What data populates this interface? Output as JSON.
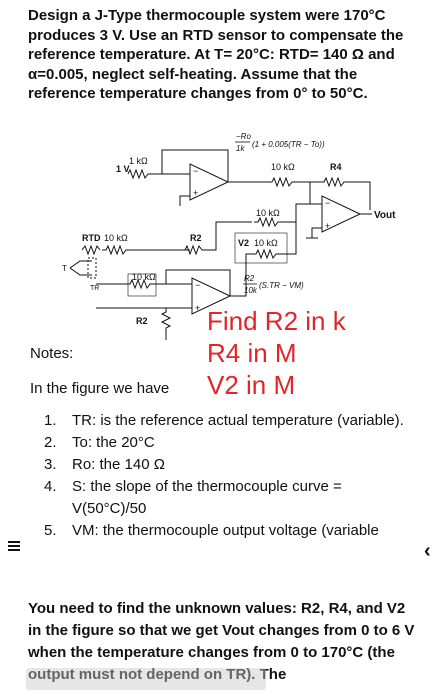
{
  "problem_text": "Design a J-Type thermocouple system were 170°C produces 3 V. Use an RTD sensor to compensate the reference temperature. At T= 20°C: RTD= 140 Ω and α=0.005, neglect self-heating. Assume that the reference temperature changes from 0° to 50°C.",
  "circuit": {
    "top_expr_num": "−Ro",
    "top_expr_den": "1k",
    "top_expr_rest": "(1 + 0.005(TR − To))",
    "r_1k": "1 kΩ",
    "v_1v": "1 V",
    "r_10k_a": "10 kΩ",
    "r4": "R4",
    "r_10k_b": "10 kΩ",
    "vout": "Vout",
    "rtd": "RTD",
    "r_10k_c": "10 kΩ",
    "r2_top": "R2",
    "v2": "V2",
    "r_10k_d": "10 kΩ",
    "t_label": "T",
    "tr_label": "TR",
    "r_10k_e": "10 kΩ",
    "bottom_expr_num": "R2",
    "bottom_expr_den": "10k",
    "bottom_expr_rest": "(S.TR − VM)",
    "r2_bottom": "R2",
    "plus": "+",
    "minus": "−"
  },
  "annotations": {
    "line1": "Find R2 in k",
    "line2": "R4 in M",
    "line3": "V2 in M"
  },
  "notes_label": "Notes:",
  "figure_intro": "In the figure we have",
  "notes": [
    {
      "num": "1.",
      "text": "TR: is the reference actual temperature (variable)."
    },
    {
      "num": "2.",
      "text": "To: the 20°C"
    },
    {
      "num": "3.",
      "text": "Ro: the 140 Ω"
    },
    {
      "num": "4.",
      "text": "S: the slope of the thermocouple curve = V(50°C)/50"
    },
    {
      "num": "5.",
      "text": "VM: the thermocouple output voltage (variable"
    }
  ],
  "footer_text": "You need to find the unknown values: R2, R4, and V2 in the figure so that we get Vout changes from 0 to 6 V when the temperature changes from 0 to 170°C (the output must not depend on TR). The"
}
